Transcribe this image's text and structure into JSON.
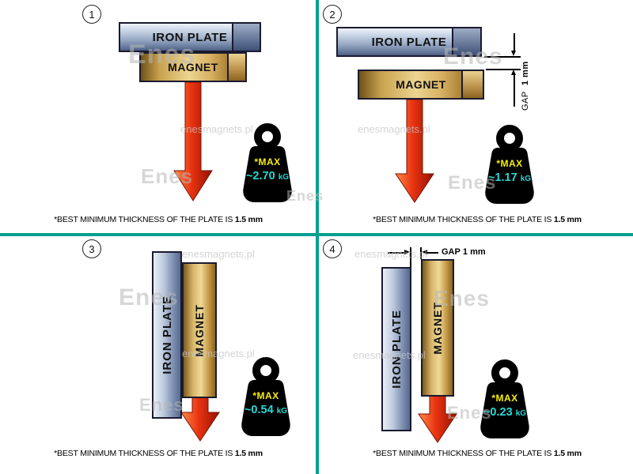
{
  "colors": {
    "divider": "#00a091",
    "arrow": "#e83110",
    "weight_body": "#000000",
    "max_label_text": "#f8ee00",
    "value_text": "#27d8d5",
    "iron_plate": "#93a5c0",
    "magnet": "#d8b465"
  },
  "watermark": {
    "site": "enesmagnets.pl",
    "brand": "Enes"
  },
  "panels": [
    {
      "number": "1",
      "plate": "IRON PLATE",
      "magnet": "MAGNET",
      "max": "*MAX",
      "value": "~2.70",
      "unit": "kG",
      "caption": "*BEST MINIMUM THICKNESS OF THE PLATE IS",
      "caption_bold": "1.5 mm"
    },
    {
      "number": "2",
      "plate": "IRON PLATE",
      "magnet": "MAGNET",
      "max": "*MAX",
      "value": "~1.17",
      "unit": "kG",
      "gap": "GAP",
      "gap_value": "1 mm",
      "caption": "*BEST MINIMUM THICKNESS OF THE PLATE IS",
      "caption_bold": "1.5 mm"
    },
    {
      "number": "3",
      "plate": "IRON PLATE",
      "magnet": "MAGNET",
      "max": "*MAX",
      "value": "~0.54",
      "unit": "kG",
      "caption": "*BEST MINIMUM THICKNESS OF THE PLATE IS",
      "caption_bold": "1.5 mm"
    },
    {
      "number": "4",
      "plate": "IRON PLATE",
      "magnet": "MAGNET",
      "max": "*MAX",
      "value": "~0.23",
      "unit": "kG",
      "gap": "GAP",
      "gap_value": "1 mm",
      "caption": "*BEST MINIMUM THICKNESS OF THE PLATE IS",
      "caption_bold": "1.5 mm"
    }
  ]
}
